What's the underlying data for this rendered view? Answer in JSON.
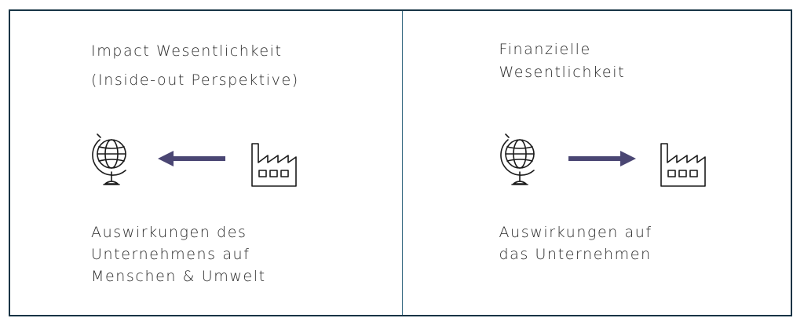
{
  "left_panel": {
    "title_lines": [
      "Impact Wesentlichkeit",
      "(Inside-out Perspektive)"
    ],
    "description_lines": [
      "Auswirkungen des",
      "Unternehmens auf",
      "Menschen & Umwelt"
    ],
    "arrow_direction": "left"
  },
  "right_panel": {
    "title_lines": [
      "Finanzielle",
      "Wesentlichkeit"
    ],
    "description_lines": [
      "Auswirkungen auf",
      "das Unternehmen"
    ],
    "arrow_direction": "right"
  },
  "colors": {
    "frame_border": "#173445",
    "divider": "#3a6c84",
    "arrow": "#4a4673",
    "text": "#2b2b2b"
  },
  "icons": [
    "globe-icon",
    "factory-icon",
    "arrow-left-icon",
    "arrow-right-icon"
  ]
}
